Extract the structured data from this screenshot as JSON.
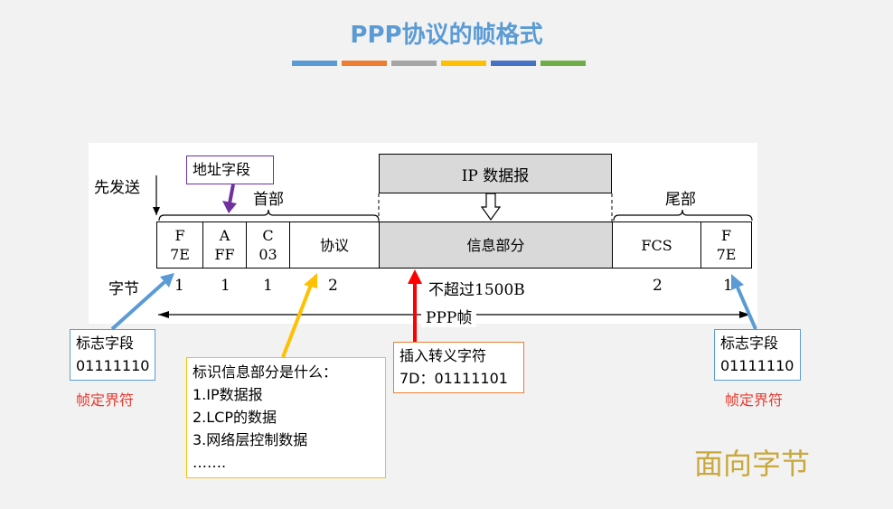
{
  "title": "PPP协议的帧格式",
  "colors": {
    "title": "#5b9bd5",
    "title_bars": [
      "#5b9bd5",
      "#ed7d31",
      "#a5a5a5",
      "#ffc000",
      "#4472c4",
      "#70ad47"
    ],
    "field_gray": "#d9d9d9",
    "callout_blue": "#5b9bd5",
    "callout_yellow": "#ffc000",
    "callout_red": "#ff0000",
    "callout_purple": "#7030a0",
    "callout_orange": "#ed7d31",
    "watermark": "#c9a83c"
  },
  "frame": {
    "send_first": "先发送",
    "header_label": "首部",
    "trailer_label": "尾部",
    "ip_datagram": "IP 数据报",
    "fields": [
      {
        "top": "F",
        "bottom": "7E"
      },
      {
        "top": "A",
        "bottom": "FF"
      },
      {
        "top": "C",
        "bottom": "03"
      },
      {
        "label": "协议"
      },
      {
        "label": "信息部分"
      },
      {
        "label": "FCS"
      },
      {
        "top": "F",
        "bottom": "7E"
      }
    ],
    "bytes_label": "字节",
    "byte_counts": [
      "1",
      "1",
      "1",
      "2",
      "不超过1500B",
      "2",
      "1"
    ],
    "frame_label": "PPP帧"
  },
  "callouts": {
    "address_field": "地址字段",
    "flag_left": {
      "title": "标志字段",
      "value": "01111110",
      "note": "帧定界符"
    },
    "flag_right": {
      "title": "标志字段",
      "value": "01111110",
      "note": "帧定界符"
    },
    "escape": {
      "title": "插入转义字符",
      "value": "7D：01111101"
    },
    "protocol": {
      "title": "标识信息部分是什么：",
      "items": [
        "1.IP数据报",
        "2.LCP的数据",
        "3.网络层控制数据",
        "……."
      ]
    }
  },
  "watermark": "面向字节"
}
